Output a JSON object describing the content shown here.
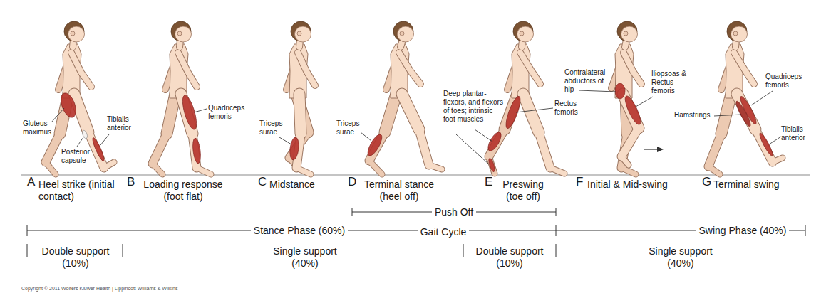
{
  "diagram": {
    "labels": [
      "Gluteus maximus",
      "Tibialis anterior",
      "Posterior capsule",
      "A",
      "Heel strike (initial contact)",
      "Quadriceps femoris",
      "B",
      "Loading response (foot flat)",
      "Triceps surae",
      "C",
      "Midstance",
      "Triceps surae",
      "D",
      "Terminal stance (heel off)",
      "Deep plantar-flexors, and flexors of toes; intrinsic foot muscles",
      "Rectus femoris",
      "E",
      "Preswing (toe off)",
      "Contralateral abductors of hip",
      "Iliopsoas & Rectus femoris",
      "F",
      "Initial & Mid-swing",
      "Quadriceps femoris",
      "Hamstrings",
      "Tibialis anterior",
      "G",
      "Terminal swing",
      "Push Off",
      "Stance Phase (60%)",
      "Gait Cycle",
      "Swing Phase (40%)",
      "Double support (10%)",
      "Single support (40%)",
      "Double support (10%)",
      "Single support (40%)",
      "Copyright © 2011 Wolters Kluwer Health | Lippincott Williams & Wilkins"
    ]
  }
}
